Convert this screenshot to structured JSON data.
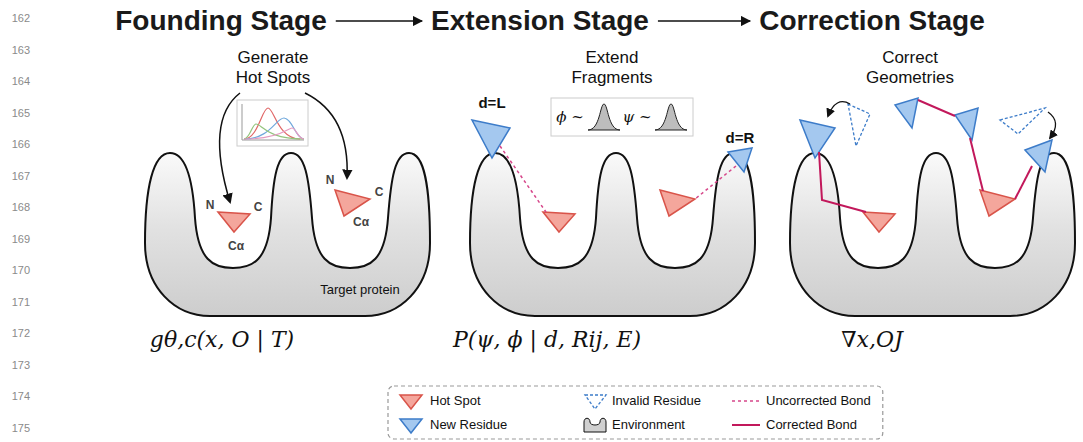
{
  "diagram": {
    "nodes": [
      {
        "text": [
          "Founding Stage"
        ]
      },
      {
        "text": [
          "Extension Stage"
        ]
      },
      {
        "text": [
          "Correction Stage"
        ]
      }
    ],
    "edges": [
      {
        "from": 0,
        "to": 1,
        "arrow": "to"
      },
      {
        "from": 1,
        "to": 2,
        "arrow": "to"
      }
    ],
    "labels": [
      "162",
      "163",
      "164",
      "165",
      "166",
      "167",
      "168",
      "169",
      "170",
      "171",
      "172",
      "173",
      "174",
      "175",
      "Generate Hot Spots",
      "N",
      "C",
      "Cα",
      "N",
      "C",
      "Cα",
      "Target protein",
      "Extend Fragments",
      "d=L",
      "ϕ ~",
      "ψ ~",
      "d=R",
      "Correct Geometries",
      "gθ,c(x, O | T)",
      "P(ψ, ϕ | d, Rij, E)",
      "∇x,OJ"
    ],
    "legend": [
      {
        "text": "Hot Spot"
      },
      {
        "text": "Invalid Residue"
      },
      {
        "text": "Uncorrected Bond"
      },
      {
        "text": "New Residue"
      },
      {
        "text": "Environment"
      },
      {
        "text": "Corrected Bond"
      }
    ]
  }
}
